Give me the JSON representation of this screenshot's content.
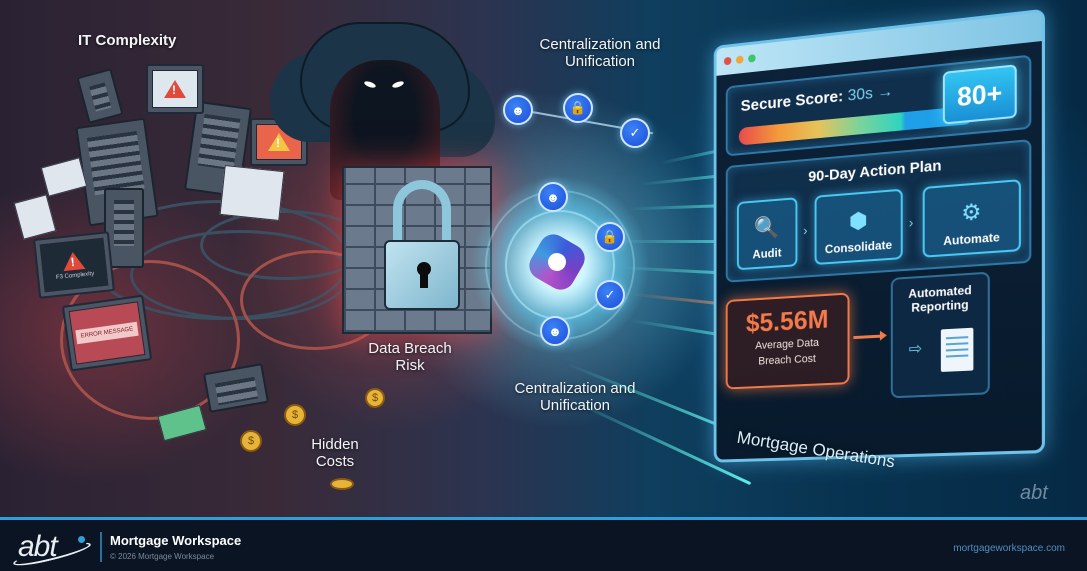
{
  "scene": {
    "labels": {
      "it_complexity": "IT Complexity",
      "data_breach_risk": "Data Breach Risk",
      "hidden_costs": "Hidden Costs",
      "centralization_top": "Centralization and Unification",
      "centralization_bottom": "Centralization and Unification",
      "mortgage_operations": "Mortgage Operations"
    },
    "monitor_texts": {
      "complexity_screen": "F3 Complexity",
      "error_screen": "ERROR MESSAGE"
    },
    "hub": {
      "center_icon": "microsoft-365-logo-icon",
      "nodes": [
        "user-admin-icon",
        "shield-lock-icon",
        "shield-check-icon",
        "user-settings-icon",
        "lock-icon",
        "shield-check-icon",
        "user-settings-icon"
      ]
    }
  },
  "dashboard": {
    "window_dots": [
      "#e0504a",
      "#f0a63a",
      "#3ec46d"
    ],
    "secure_score": {
      "label": "Secure Score:",
      "from": "30s",
      "arrow": "→",
      "target": "80+"
    },
    "action_plan": {
      "title": "90-Day Action Plan",
      "steps": [
        {
          "label": "Audit",
          "icon": "audit-magnifier-icon"
        },
        {
          "label": "Consolidate",
          "icon": "cube-icon"
        },
        {
          "label": "Automate",
          "icon": "gear-icon"
        }
      ]
    },
    "breach_cost": {
      "value": "$5.56M",
      "label_line1": "Average Data",
      "label_line2": "Breach Cost"
    },
    "reporting": {
      "title_line1": "Automated",
      "title_line2": "Reporting",
      "icon": "document-icon"
    },
    "watermark": "abt"
  },
  "colors": {
    "accent_cyan": "#49c8f2",
    "accent_orange": "#f07a4a",
    "footer_bg": "#0b1423",
    "footer_line": "#2e9fd8"
  },
  "footer": {
    "logo": "abt",
    "title": "Mortgage Workspace",
    "copyright": "© 2026 Mortgage Workspace",
    "url": "mortgageworkspace.com"
  }
}
